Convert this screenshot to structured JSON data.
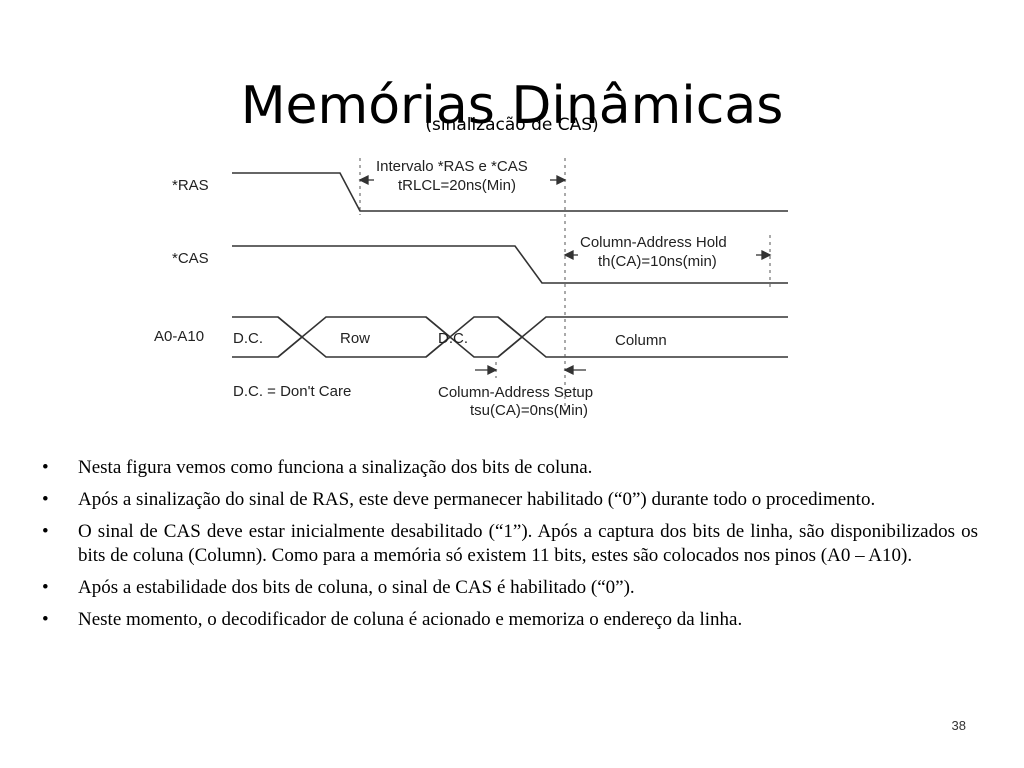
{
  "slide": {
    "title": "Memórias Dinâmicas",
    "subtitle": "(sinalizacão de CAS)",
    "page_number": "38"
  },
  "diagram": {
    "signals": {
      "ras": "*RAS",
      "cas": "*CAS",
      "address": "A0-A10"
    },
    "address_bus": {
      "dc_1": "D.C.",
      "row": "Row",
      "dc_2": "D.C.",
      "column": "Column"
    },
    "annotations": {
      "interval_line1": "Intervalo *RAS e *CAS",
      "interval_line2": "tRLCL=20ns(Min)",
      "hold_line1": "Column-Address Hold",
      "hold_line2": "th(CA)=10ns(min)",
      "setup_line1": "Column-Address Setup",
      "setup_line2": "tsu(CA)=0ns(Min)",
      "dont_care": "D.C. = Don't Care"
    }
  },
  "bullets": [
    "Nesta figura vemos como funciona a sinalização dos bits de coluna.",
    "Após a sinalização do sinal de RAS, este deve permanecer habilitado (“0”) durante todo o procedimento.",
    "O sinal de CAS deve estar inicialmente desabilitado (“1”).  Após a captura dos bits de linha, são disponibilizados os bits de coluna (Column).  Como para a memória só existem 11 bits, estes são colocados nos pinos (A0 – A10).",
    "Após a estabilidade dos bits de coluna, o sinal de CAS é habilitado (“0”).",
    "Neste momento, o decodificador de coluna é acionado e memoriza o endereço da linha."
  ],
  "bullet_marker": "•"
}
